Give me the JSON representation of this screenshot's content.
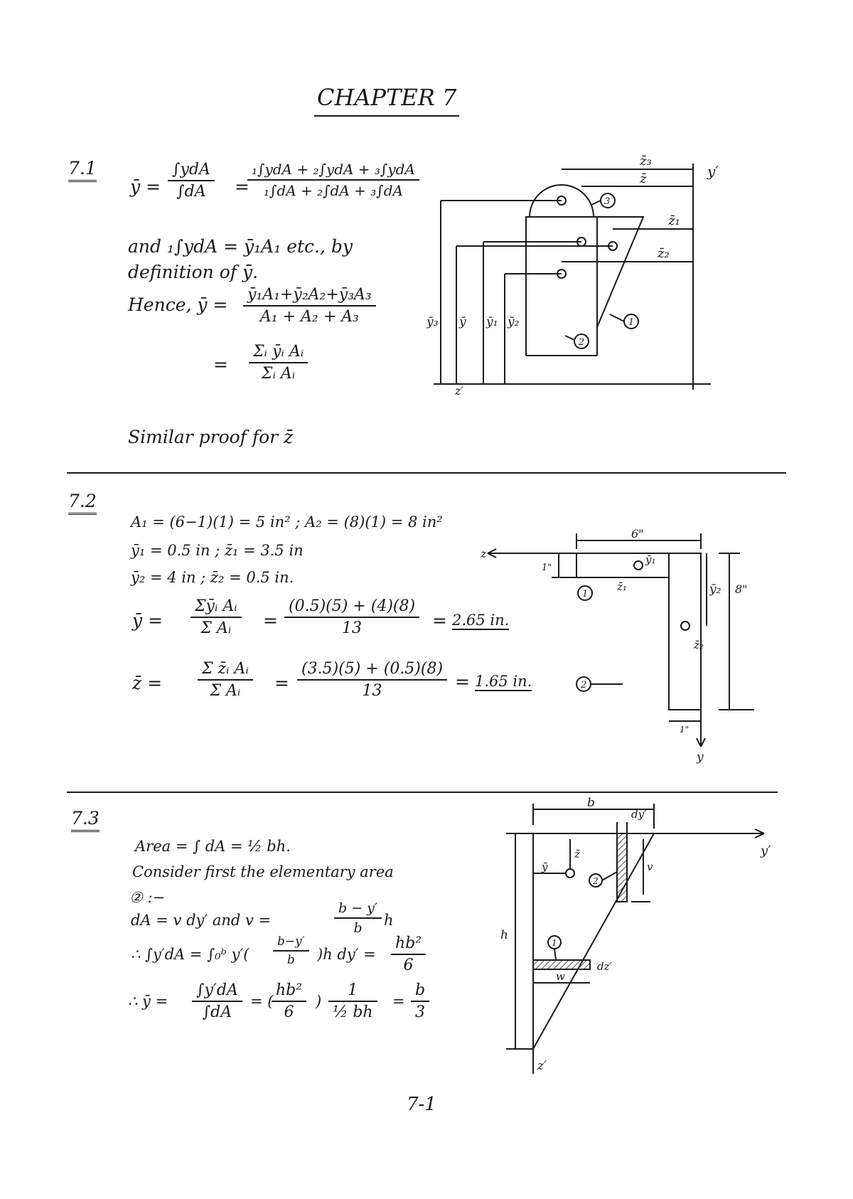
{
  "chapter_title": "CHAPTER 7",
  "page_number": "7-1",
  "s71": {
    "number": "7.1",
    "ybar_eq": "ȳ =",
    "frac1": {
      "num": "∫ydA",
      "den": "∫dA"
    },
    "eq_sign": "=",
    "frac2": {
      "num": "₁∫ydA + ₂∫ydA + ₃∫ydA",
      "den": "₁∫dA + ₂∫dA + ₃∫dA"
    },
    "line_and": "and ₁∫ydA = ȳ₁A₁ etc., by",
    "line_def": "definition of ȳ.",
    "hence": "Hence, ȳ =",
    "frac3": {
      "num": "ȳ₁A₁+ȳ₂A₂+ȳ₃A₃",
      "den": "A₁ + A₂ + A₃"
    },
    "eq2": "=",
    "frac4": {
      "num": "Σᵢ ȳᵢ Aᵢ",
      "den": "Σᵢ Aᵢ"
    },
    "similar": "Similar proof for z̄",
    "fig": {
      "z3": "z̄₃",
      "z": "z̄",
      "z1": "z̄₁",
      "z2": "z̄₂",
      "yprime": "y′",
      "zprime": "z′",
      "y3": "ȳ₃",
      "y": "ȳ",
      "y1": "ȳ₁",
      "y2": "ȳ₂",
      "c1": "1",
      "c2": "2",
      "c3": "3"
    }
  },
  "s72": {
    "number": "7.2",
    "line1": "A₁ = (6−1)(1) = 5 in² ;  A₂ = (8)(1) = 8 in²",
    "line2": "ȳ₁ = 0.5 in ;  z̄₁ = 3.5 in",
    "line3": "ȳ₂ = 4 in ;  z̄₂ = 0.5 in.",
    "ybar_lhs": "ȳ =",
    "ybar_frac1": {
      "num": "Σȳᵢ Aᵢ",
      "den": "Σ Aᵢ"
    },
    "eq": "=",
    "ybar_frac2": {
      "num": "(0.5)(5) + (4)(8)",
      "den": "13"
    },
    "ybar_result": "2.65 in.",
    "zbar_lhs": "z̄ =",
    "zbar_frac1": {
      "num": "Σ z̄ᵢ Aᵢ",
      "den": "Σ Aᵢ"
    },
    "zbar_frac2": {
      "num": "(3.5)(5) + (0.5)(8)",
      "den": "13"
    },
    "zbar_result": "1.65 in.",
    "fig": {
      "six": "6\"",
      "z": "z",
      "one_in": "1\"",
      "y1": "ȳ₁",
      "z1": "z̄₁",
      "y2": "ȳ₂",
      "eight": "8\"",
      "z2": "z̄₂",
      "one_bottom": "1\"",
      "y": "y",
      "c1": "1",
      "c2": "2"
    }
  },
  "s73": {
    "number": "7.3",
    "area": "Area = ∫ dA = ½ bh.",
    "consider": "Consider first the elementary area",
    "circ": "② :−",
    "da": "dA = v dy′  and  v =",
    "v_frac": {
      "num": "b − y′",
      "den": "b"
    },
    "h": "h",
    "therefore1": "∴ ∫y′dA = ∫₀ᵇ y′(",
    "paren_frac": {
      "num": "b−y′",
      "den": "b"
    },
    "therefore1_tail": ")h dy′ =",
    "hb2_frac": {
      "num": "hb²",
      "den": "6"
    },
    "therefore2": "∴ ȳ =",
    "ratio_frac": {
      "num": "∫y′dA",
      "den": "∫dA"
    },
    "paren_open": "= (",
    "hb2_frac2": {
      "num": "hb²",
      "den": "6"
    },
    "paren_close": ")",
    "one_frac": {
      "num": "1",
      "den": "½ bh"
    },
    "eq_b3": "=",
    "b3_frac": {
      "num": "b",
      "den": "3"
    },
    "fig": {
      "b": "b",
      "dy": "dy′",
      "yprime": "y′",
      "ybar": "ȳ",
      "zbar": "z̄",
      "v": "v",
      "h": "h",
      "w": "w",
      "dz": "dz′",
      "zprime": "z′",
      "c1": "1",
      "c2": "2"
    }
  }
}
